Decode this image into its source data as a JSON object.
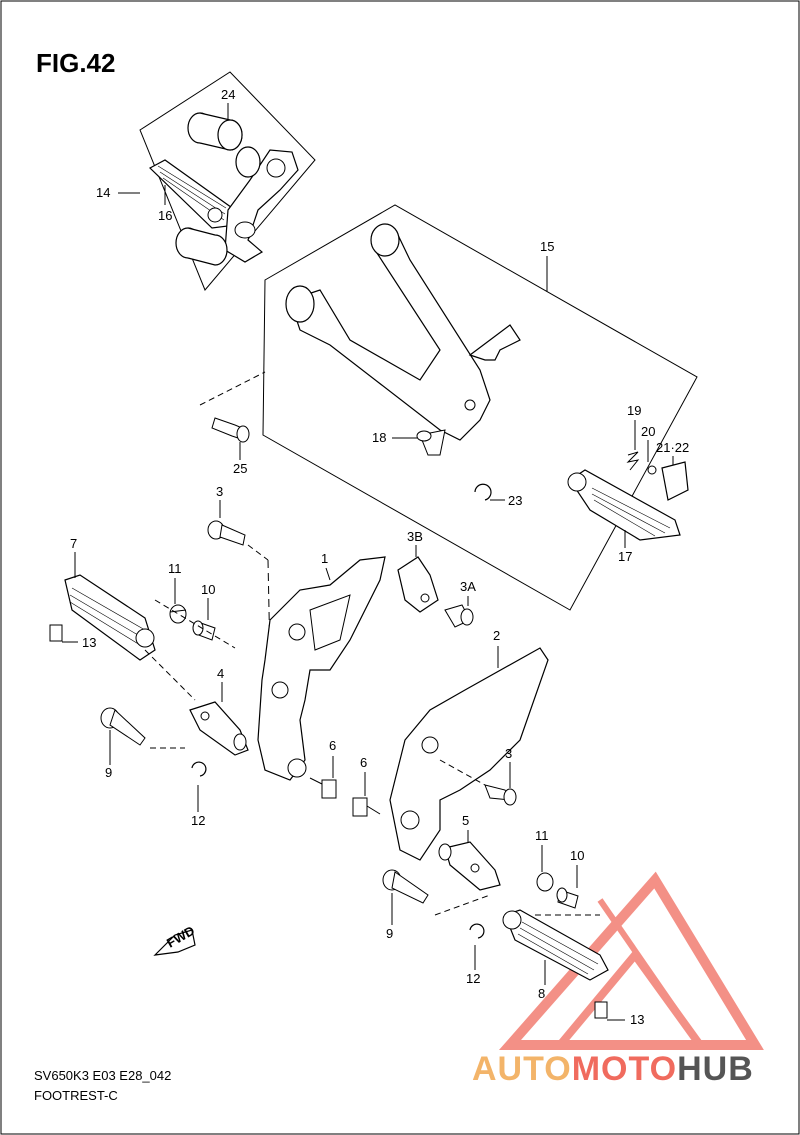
{
  "figure": {
    "title": "FIG.42",
    "model_code": "SV650K3 E03 E28_042",
    "caption": "FOOTREST-C"
  },
  "watermark": {
    "part1": "AUTO",
    "part2": "MOTO",
    "part3": "HUB",
    "color_primary": "#f06b5e",
    "color_secondary": "#f3b469",
    "color_dark": "#555555"
  },
  "fwd_label": "FWD",
  "callouts": {
    "c24": "24",
    "c14": "14",
    "c16": "16",
    "c15": "15",
    "c19": "19",
    "c20": "20",
    "c2122": "21·22",
    "c18": "18",
    "c23": "23",
    "c17": "17",
    "c25": "25",
    "c3a": "3",
    "c3b": "3B",
    "c3c": "3A",
    "c1": "1",
    "c7": "7",
    "c11a": "11",
    "c10a": "10",
    "c13a": "13",
    "c4": "4",
    "c9a": "9",
    "c12a": "12",
    "c2": "2",
    "c6a": "6",
    "c6b": "6",
    "c3d": "3",
    "c5": "5",
    "c11b": "11",
    "c10b": "10",
    "c9b": "9",
    "c12b": "12",
    "c8": "8",
    "c13b": "13"
  }
}
